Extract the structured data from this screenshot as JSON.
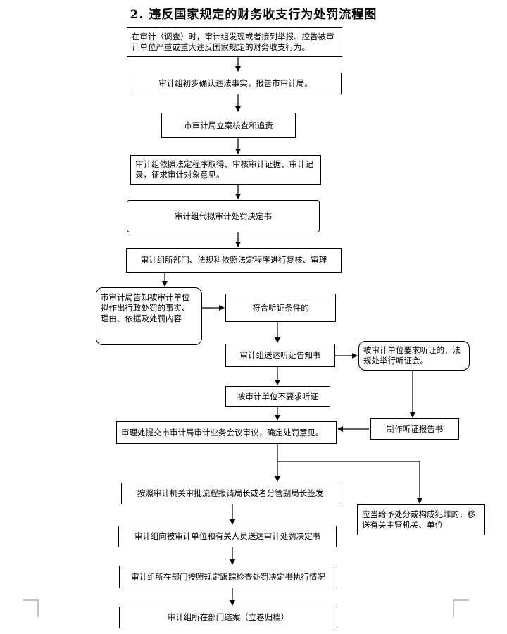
{
  "title": "2. 违反国家规定的财务收支行为处罚流程图",
  "steps": {
    "b1": "在审计（调查）时，审计组发现或者接到举报、控告被审计单位严重或重大违反国家规定的财务收支行为。",
    "b2": "审计组初步确认违法事实，报告市审计局。",
    "b3": "市审计局立案核查和追责",
    "b4": "审计组依照法定程序取得、审核审计证据、审计记录，征求审计对象意见。",
    "b5": "审计组代拟审计处罚决定书",
    "b6": "审计组所部门、法规科依照法定程序进行复核、审理",
    "b7": "市审计局告知被审计单位拟作出行政处罚的事实、理由、依据及处罚内容",
    "b8": "符合听证条件的",
    "b9": "审计组送达听证告知书",
    "b10": "被审计单位要求听证的，法规处举行听证会。",
    "b11": "被审计单位不要求听证",
    "b12": "制作听证报告书",
    "b13": "审理处提交市审计局审计业务会议审议，确定处罚意见。",
    "b14": "按照审计机关审批流程报请局长或者分管副局长签发",
    "b15": "应当给予处分或构成犯罪的，移送有关主管机关、单位",
    "b16": "审计组向被审计单位和有关人员送达审计处罚决定书",
    "b17": "审计组所在部门按照规定跟踪检查处罚决定书执行情况",
    "b18": "审计组所在部门结案（立卷归档）"
  },
  "colors": {
    "line": "#000000",
    "crop_marks": "#888888"
  }
}
